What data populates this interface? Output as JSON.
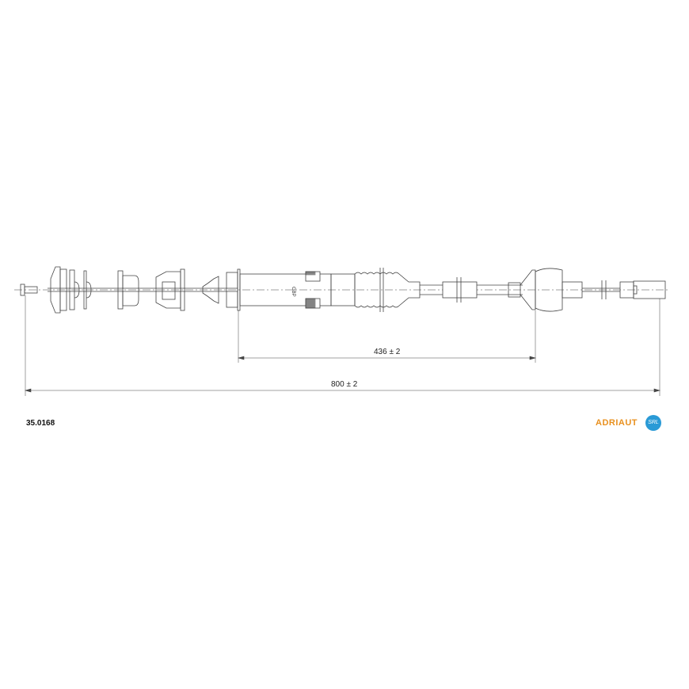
{
  "drawing": {
    "part_number": "35.0168",
    "dimensions": [
      {
        "label": "436 ± 2",
        "value": 436,
        "tolerance": 2
      },
      {
        "label": "800 ± 2",
        "value": 800,
        "tolerance": 2
      }
    ],
    "sleeve_marking": "GBP",
    "logo": {
      "text": "ADRIAUT",
      "badge": "SRL",
      "colors": {
        "text": "#e8901e",
        "badge": "#2a9ad6"
      }
    }
  }
}
